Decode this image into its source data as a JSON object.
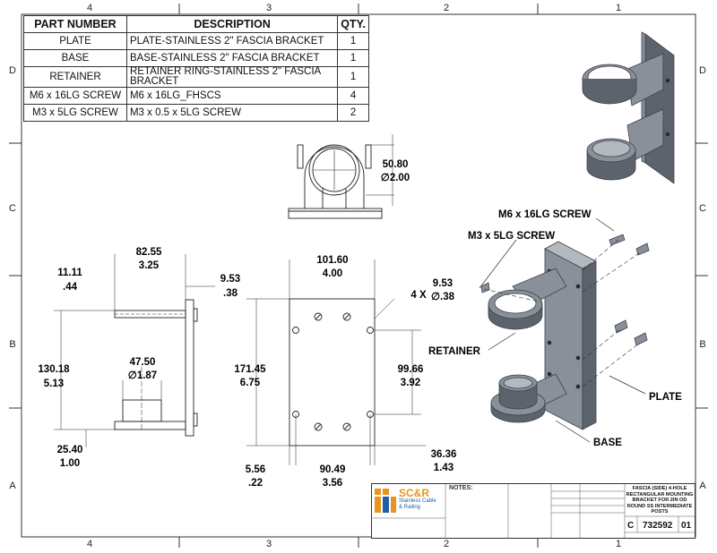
{
  "bom": {
    "headers": [
      "PART NUMBER",
      "DESCRIPTION",
      "QTY."
    ],
    "rows": [
      {
        "part": "PLATE",
        "desc": "PLATE-STAINLESS 2\" FASCIA BRACKET",
        "qty": "1"
      },
      {
        "part": "BASE",
        "desc": "BASE-STAINLESS 2\" FASCIA BRACKET",
        "qty": "1"
      },
      {
        "part": "RETAINER",
        "desc": "RETAINER RING-STAINLESS 2\" FASCIA BRACKET",
        "qty": "1"
      },
      {
        "part": "M6 x 16LG SCREW",
        "desc": "M6 x 16LG_FHSCS",
        "qty": "4"
      },
      {
        "part": "M3 x 5LG SCREW",
        "desc": "M3 x 0.5 x 5LG SCREW",
        "qty": "2"
      }
    ]
  },
  "border": {
    "cols": [
      "4",
      "3",
      "2",
      "1"
    ],
    "rows": [
      "D",
      "C",
      "B",
      "A"
    ]
  },
  "dims": {
    "top_dia_mm": "50.80",
    "top_dia_in": "∅2.00",
    "width_top_mm": "82.55",
    "width_top_in": "3.25",
    "off_11_mm": "11.11",
    "off_11_in": ".44",
    "plate_t_mm": "9.53",
    "plate_t_in": ".38",
    "height_mm": "130.18",
    "height_in": "5.13",
    "bore_mm": "47.50",
    "bore_in": "∅1.87",
    "off_25_mm": "25.40",
    "off_25_in": "1.00",
    "plate_w_mm": "101.60",
    "plate_w_in": "4.00",
    "hole_count": "4 X",
    "hole_mm": "9.53",
    "hole_in": "∅.38",
    "plate_h_mm": "171.45",
    "plate_h_in": "6.75",
    "hole_span_mm": "99.66",
    "hole_span_in": "3.92",
    "edge_mm": "36.36",
    "edge_in": "1.43",
    "left_mm": "5.56",
    "left_in": ".22",
    "hole_w_mm": "90.49",
    "hole_w_in": "3.56"
  },
  "callouts": {
    "m6": "M6 x 16LG SCREW",
    "m3": "M3 x 5LG SCREW",
    "retainer": "RETAINER",
    "plate": "PLATE",
    "base": "BASE"
  },
  "titleblock": {
    "company_line1": "SC&R",
    "company_line2": "Stainless Cable",
    "company_line3": "& Railing",
    "notes_label": "NOTES:",
    "title": "FASCIA (SIDE) 4-HOLE RECTANGULAR MOUNTING BRACKET FOR 2IN OD ROUND SS INTERMEDIATE POSTS",
    "size": "C",
    "dwg_no": "732592",
    "rev": "01"
  },
  "colors": {
    "part_fill": "#8a909a",
    "part_dark": "#5d636c",
    "part_light": "#b4b9c0",
    "logo_orange": "#e8941f",
    "logo_blue": "#1f5fa8"
  }
}
